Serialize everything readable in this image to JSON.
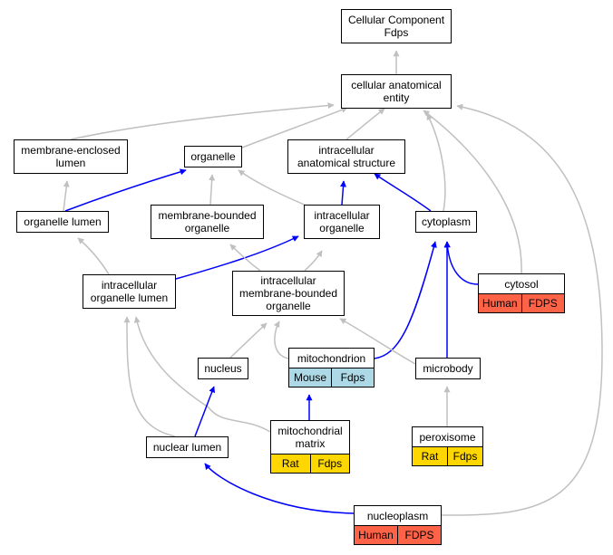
{
  "colors": {
    "is_a_edge": "#c0c0c0",
    "part_of_edge": "#0000ff",
    "human": "#ff6347",
    "mouse": "#add8e6",
    "rat": "#ffd700"
  },
  "nodes": {
    "cellular_component": {
      "label": "Cellular Component\nFdps"
    },
    "cellular_anatomical_entity": {
      "label": "cellular anatomical\nentity"
    },
    "membrane_enclosed_lumen": {
      "label": "membrane-enclosed\nlumen"
    },
    "organelle": {
      "label": "organelle"
    },
    "intracellular_anatomical_structure": {
      "label": "intracellular\nanatomical structure"
    },
    "organelle_lumen": {
      "label": "organelle lumen"
    },
    "membrane_bounded_organelle": {
      "label": "membrane-bounded\norganelle"
    },
    "intracellular_organelle": {
      "label": "intracellular\norganelle"
    },
    "cytoplasm": {
      "label": "cytoplasm"
    },
    "cytosol": {
      "label": "cytosol",
      "tags": [
        {
          "text": "Human",
          "color": "#ff6347"
        },
        {
          "text": "FDPS",
          "color": "#ff6347"
        }
      ]
    },
    "intracellular_organelle_lumen": {
      "label": "intracellular\norganelle lumen"
    },
    "intracellular_membrane_bounded_organelle": {
      "label": "intracellular\nmembrane-bounded\norganelle"
    },
    "nucleus": {
      "label": "nucleus"
    },
    "mitochondrion": {
      "label": "mitochondrion",
      "tags": [
        {
          "text": "Mouse",
          "color": "#add8e6"
        },
        {
          "text": "Fdps",
          "color": "#add8e6"
        }
      ]
    },
    "microbody": {
      "label": "microbody"
    },
    "mitochondrial_matrix": {
      "label": "mitochondrial\nmatrix",
      "tags": [
        {
          "text": "Rat",
          "color": "#ffd700"
        },
        {
          "text": "Fdps",
          "color": "#ffd700"
        }
      ]
    },
    "peroxisome": {
      "label": "peroxisome",
      "tags": [
        {
          "text": "Rat",
          "color": "#ffd700"
        },
        {
          "text": "Fdps",
          "color": "#ffd700"
        }
      ]
    },
    "nuclear_lumen": {
      "label": "nuclear lumen"
    },
    "nucleoplasm": {
      "label": "nucleoplasm",
      "tags": [
        {
          "text": "Human",
          "color": "#ff6347"
        },
        {
          "text": "FDPS",
          "color": "#ff6347"
        }
      ]
    }
  },
  "edges": [
    {
      "from": "cellular_anatomical_entity",
      "to": "cellular_component",
      "type": "is_a"
    },
    {
      "from": "membrane_enclosed_lumen",
      "to": "cellular_anatomical_entity",
      "type": "is_a"
    },
    {
      "from": "organelle",
      "to": "cellular_anatomical_entity",
      "type": "is_a"
    },
    {
      "from": "intracellular_anatomical_structure",
      "to": "cellular_anatomical_entity",
      "type": "is_a"
    },
    {
      "from": "cytoplasm",
      "to": "cellular_anatomical_entity",
      "type": "is_a"
    },
    {
      "from": "cytosol",
      "to": "cellular_anatomical_entity",
      "type": "is_a"
    },
    {
      "from": "nucleoplasm",
      "to": "cellular_anatomical_entity",
      "type": "is_a"
    },
    {
      "from": "organelle_lumen",
      "to": "membrane_enclosed_lumen",
      "type": "is_a"
    },
    {
      "from": "organelle_lumen",
      "to": "organelle",
      "type": "part_of"
    },
    {
      "from": "membrane_bounded_organelle",
      "to": "organelle",
      "type": "is_a"
    },
    {
      "from": "intracellular_organelle",
      "to": "organelle",
      "type": "is_a"
    },
    {
      "from": "intracellular_organelle",
      "to": "intracellular_anatomical_structure",
      "type": "part_of"
    },
    {
      "from": "cytoplasm",
      "to": "intracellular_anatomical_structure",
      "type": "part_of"
    },
    {
      "from": "cytosol",
      "to": "cytoplasm",
      "type": "part_of"
    },
    {
      "from": "mitochondrion",
      "to": "cytoplasm",
      "type": "part_of"
    },
    {
      "from": "microbody",
      "to": "cytoplasm",
      "type": "part_of"
    },
    {
      "from": "intracellular_organelle_lumen",
      "to": "organelle_lumen",
      "type": "is_a"
    },
    {
      "from": "intracellular_organelle_lumen",
      "to": "intracellular_organelle",
      "type": "part_of"
    },
    {
      "from": "intracellular_membrane_bounded_organelle",
      "to": "membrane_bounded_organelle",
      "type": "is_a"
    },
    {
      "from": "intracellular_membrane_bounded_organelle",
      "to": "intracellular_organelle",
      "type": "is_a"
    },
    {
      "from": "nucleus",
      "to": "intracellular_membrane_bounded_organelle",
      "type": "is_a"
    },
    {
      "from": "mitochondrion",
      "to": "intracellular_membrane_bounded_organelle",
      "type": "is_a"
    },
    {
      "from": "microbody",
      "to": "intracellular_membrane_bounded_organelle",
      "type": "is_a"
    },
    {
      "from": "nuclear_lumen",
      "to": "intracellular_organelle_lumen",
      "type": "is_a"
    },
    {
      "from": "mitochondrial_matrix",
      "to": "intracellular_organelle_lumen",
      "type": "is_a"
    },
    {
      "from": "nuclear_lumen",
      "to": "nucleus",
      "type": "part_of"
    },
    {
      "from": "mitochondrial_matrix",
      "to": "mitochondrion",
      "type": "part_of"
    },
    {
      "from": "peroxisome",
      "to": "microbody",
      "type": "is_a"
    },
    {
      "from": "nucleoplasm",
      "to": "nuclear_lumen",
      "type": "part_of"
    }
  ]
}
